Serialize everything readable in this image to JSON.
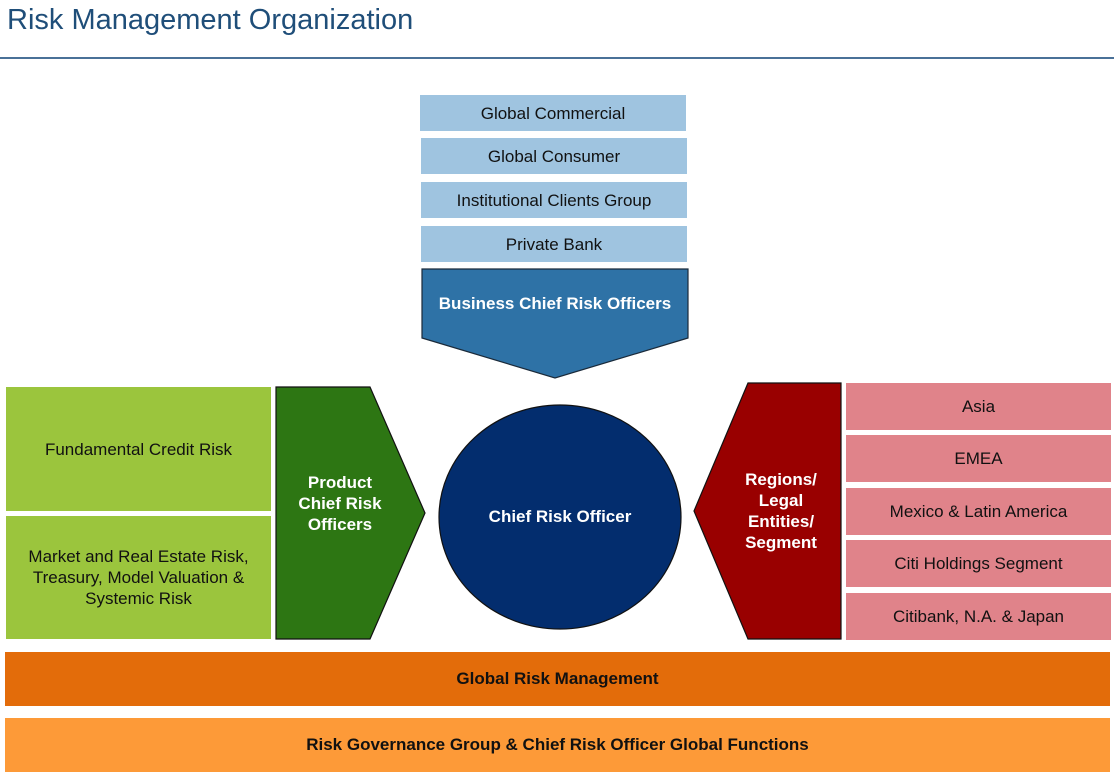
{
  "title": "Risk Management Organization",
  "colors": {
    "title": "#1f4e79",
    "business_box": "#9fc4e0",
    "business_arrow": "#2e72a6",
    "product_box": "#9bc53d",
    "product_arrow": "#2d7613",
    "chief_circle": "#032d6e",
    "region_arrow": "#990000",
    "region_box": "#e0838a",
    "global_risk_bar": "#e36c0a",
    "governance_bar": "#fd9a38"
  },
  "business": {
    "units": [
      "Global Commercial",
      "Global Consumer",
      "Institutional Clients Group",
      "Private Bank"
    ],
    "arrow_label": "Business Chief Risk Officers"
  },
  "product": {
    "units": [
      "Fundamental Credit Risk",
      "Market and Real Estate Risk, Treasury, Model Valuation & Systemic Risk"
    ],
    "arrow_label_lines": [
      "Product",
      "Chief Risk",
      "Officers"
    ]
  },
  "center": {
    "label": "Chief Risk Officer"
  },
  "regions": {
    "arrow_label_lines": [
      "Regions/",
      "Legal",
      "Entities/",
      "Segment"
    ],
    "units": [
      "Asia",
      "EMEA",
      "Mexico & Latin America",
      "Citi Holdings Segment",
      "Citibank, N.A. & Japan"
    ]
  },
  "bars": {
    "global_risk": "Global Risk Management",
    "governance": "Risk Governance Group & Chief Risk Officer Global Functions"
  }
}
